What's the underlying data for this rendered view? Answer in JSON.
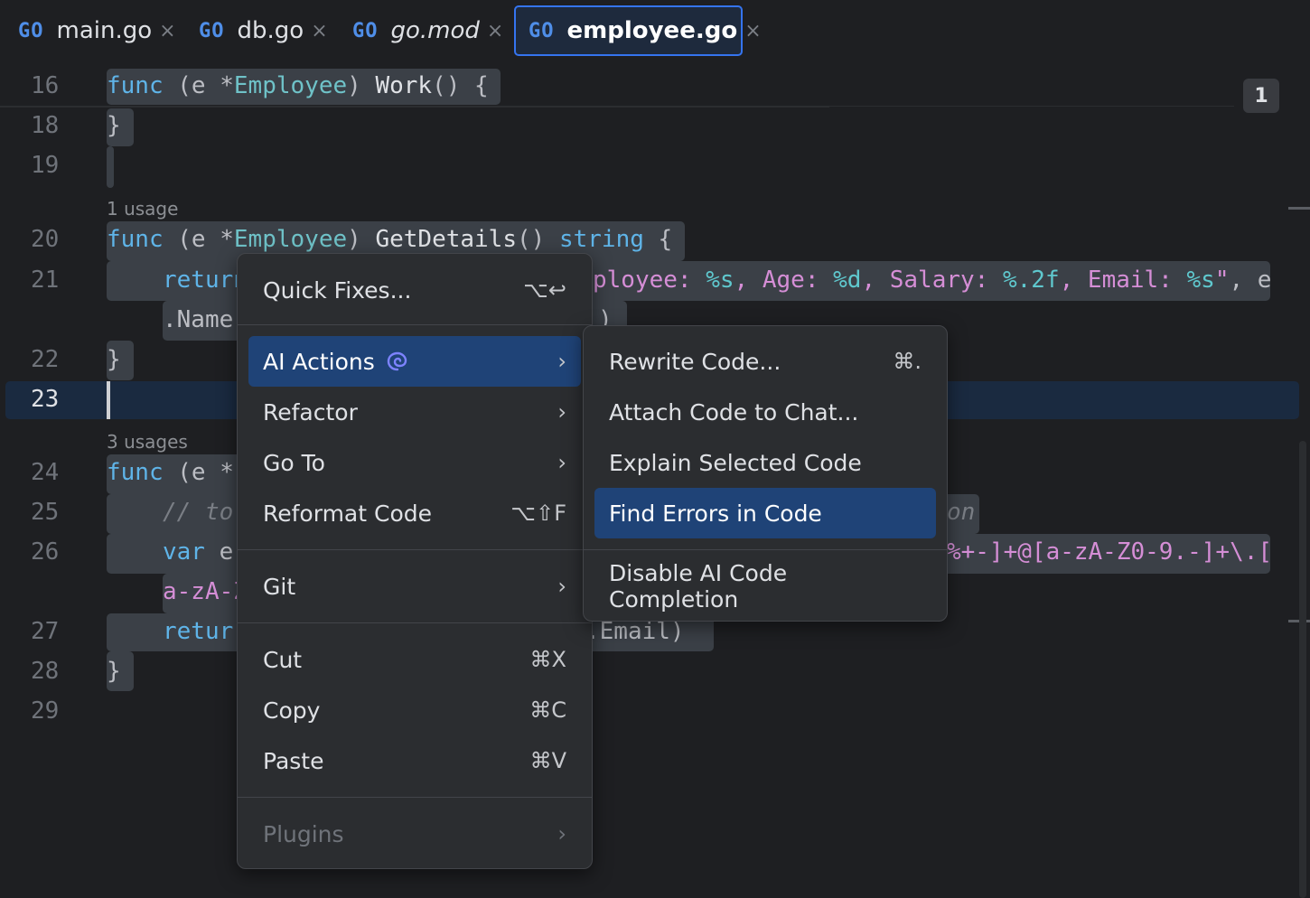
{
  "tabs": [
    {
      "icon": "GO",
      "label": "main.go",
      "active": false
    },
    {
      "icon": "GO",
      "label": "db.go",
      "active": false
    },
    {
      "icon": "GO",
      "label": "go.mod",
      "active": false
    },
    {
      "icon": "GO",
      "label": "employee.go",
      "active": true
    }
  ],
  "close_glyph": "×",
  "editor": {
    "problems_count": "1",
    "line_numbers": [
      "16",
      "18",
      "19",
      "20",
      "21",
      "22",
      "23",
      "24",
      "25",
      "26",
      "27",
      "28",
      "29"
    ],
    "hint_usage_1": "1 usage",
    "hint_usage_3": "3 usages",
    "code": {
      "l16_kw": "func",
      "l16_a": " (e *",
      "l16_ty": "Employee",
      "l16_b": ") ",
      "l16_fn": "Work",
      "l16_c": "() {",
      "l18": "}",
      "l20_kw": "func",
      "l20_a": " (e *",
      "l20_ty": "Employee",
      "l20_b": ") ",
      "l20_fn": "GetDetails",
      "l20_c": "() ",
      "l20_ty2": "string",
      "l20_d": " {",
      "l21_kw": "return",
      "l21_right_str1": "ployee: ",
      "l21_f1": "%s",
      "l21_s2": ", Age: ",
      "l21_f2": "%d",
      "l21_s3": ", Salary: ",
      "l21_f3": "%.2f",
      "l21_s4": ", Email: ",
      "l21_f4": "%s",
      "l21_s5": "\"",
      "l21_tail": ", e",
      "l21b_left": ".Name",
      "l21b_right": ")",
      "l22": "}",
      "l24_kw": "func",
      "l24_a": " (e *",
      "l25_cmt": "// to",
      "l25_right": "on",
      "l26_kw": "var",
      "l26_a": " er",
      "l26_right_str": "%+-]+@[a-zA-Z0-9.-]+\\.[",
      "l26b_str": "a-zA-Z",
      "l27_kw": "retur",
      "l27_right": ".Email)",
      "l28": "}"
    }
  },
  "context_menu": {
    "quick_fixes": {
      "label": "Quick Fixes...",
      "shortcut": "⌥↩"
    },
    "ai_actions": {
      "label": "AI Actions",
      "chev": "›"
    },
    "refactor": {
      "label": "Refactor",
      "chev": "›"
    },
    "go_to": {
      "label": "Go To",
      "chev": "›"
    },
    "reformat": {
      "label": "Reformat Code",
      "shortcut": "⌥⇧F"
    },
    "git": {
      "label": "Git",
      "chev": "›"
    },
    "cut": {
      "label": "Cut",
      "shortcut": "⌘X"
    },
    "copy": {
      "label": "Copy",
      "shortcut": "⌘C"
    },
    "paste": {
      "label": "Paste",
      "shortcut": "⌘V"
    },
    "plugins": {
      "label": "Plugins",
      "chev": "›"
    }
  },
  "ai_submenu": {
    "rewrite": {
      "label": "Rewrite Code...",
      "shortcut": "⌘."
    },
    "attach": {
      "label": "Attach Code to Chat..."
    },
    "explain": {
      "label": "Explain Selected Code"
    },
    "find_errors": {
      "label": "Find Errors in Code"
    },
    "disable": {
      "label": "Disable AI Code Completion"
    }
  },
  "colors": {
    "accent": "#3574f0",
    "highlight": "#1f4377",
    "background": "#1e1f22",
    "menu": "#2b2d30"
  }
}
